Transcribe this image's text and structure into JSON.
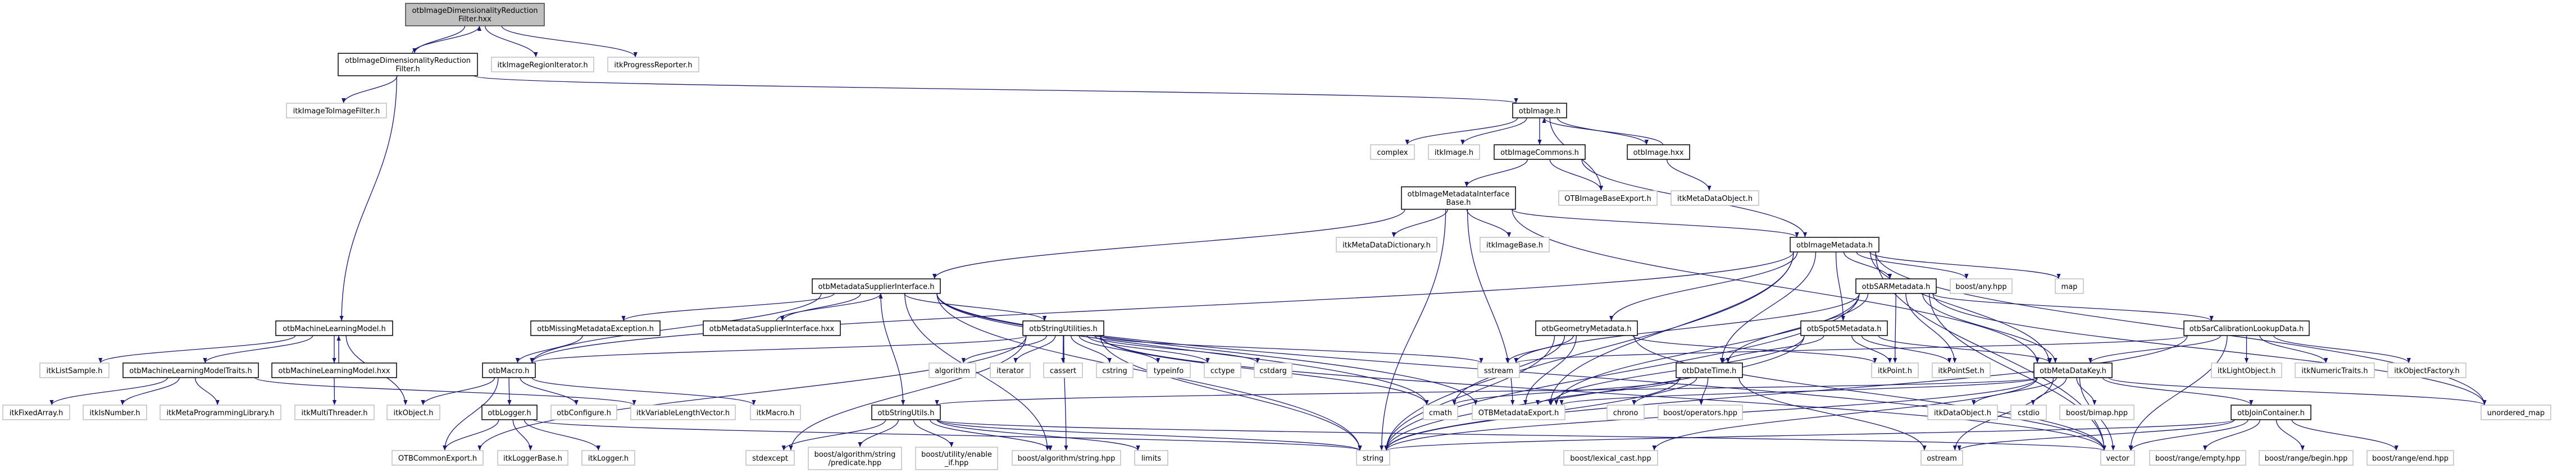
{
  "colors": {
    "edge": "#191970",
    "root_fill": "#bfbfbf",
    "documented_border": "#000000",
    "external_border": "#bfbfbf"
  },
  "nodes": [
    {
      "id": "root",
      "label": [
        "otbImageDimensionalityReduction",
        "Filter.hxx"
      ],
      "kind": "root"
    },
    {
      "id": "filterh",
      "label": [
        "otbImageDimensionalityReduction",
        "Filter.h"
      ],
      "kind": "doc"
    },
    {
      "id": "regit",
      "label": [
        "itkImageRegionIterator.h"
      ],
      "kind": "ext"
    },
    {
      "id": "progrep",
      "label": [
        "itkProgressReporter.h"
      ],
      "kind": "ext"
    },
    {
      "id": "i2i",
      "label": [
        "itkImageToImageFilter.h"
      ],
      "kind": "ext"
    },
    {
      "id": "otbimage",
      "label": [
        "otbImage.h"
      ],
      "kind": "doc"
    },
    {
      "id": "complex",
      "label": [
        "complex"
      ],
      "kind": "ext"
    },
    {
      "id": "itkimage",
      "label": [
        "itkImage.h"
      ],
      "kind": "ext"
    },
    {
      "id": "commons",
      "label": [
        "otbImageCommons.h"
      ],
      "kind": "doc"
    },
    {
      "id": "imagehxx",
      "label": [
        "otbImage.hxx"
      ],
      "kind": "doc"
    },
    {
      "id": "imib",
      "label": [
        "otbImageMetadataInterface",
        "Base.h"
      ],
      "kind": "doc"
    },
    {
      "id": "ibexport",
      "label": [
        "OTBImageBaseExport.h"
      ],
      "kind": "ext"
    },
    {
      "id": "mdobject",
      "label": [
        "itkMetaDataObject.h"
      ],
      "kind": "ext"
    },
    {
      "id": "mddict",
      "label": [
        "itkMetaDataDictionary.h"
      ],
      "kind": "ext"
    },
    {
      "id": "imagebase",
      "label": [
        "itkImageBase.h"
      ],
      "kind": "ext"
    },
    {
      "id": "imgmd",
      "label": [
        "otbImageMetadata.h"
      ],
      "kind": "doc"
    },
    {
      "id": "msi",
      "label": [
        "otbMetadataSupplierInterface.h"
      ],
      "kind": "doc"
    },
    {
      "id": "sarmd",
      "label": [
        "otbSARMetadata.h"
      ],
      "kind": "doc"
    },
    {
      "id": "boostany",
      "label": [
        "boost/any.hpp"
      ],
      "kind": "ext"
    },
    {
      "id": "map",
      "label": [
        "map"
      ],
      "kind": "ext"
    },
    {
      "id": "mlm",
      "label": [
        "otbMachineLearningModel.h"
      ],
      "kind": "doc"
    },
    {
      "id": "missing",
      "label": [
        "otbMissingMetadataException.h"
      ],
      "kind": "doc"
    },
    {
      "id": "msihxx",
      "label": [
        "otbMetadataSupplierInterface.hxx"
      ],
      "kind": "doc"
    },
    {
      "id": "strutilities",
      "label": [
        "otbStringUtilities.h"
      ],
      "kind": "doc"
    },
    {
      "id": "geom",
      "label": [
        "otbGeometryMetadata.h"
      ],
      "kind": "doc"
    },
    {
      "id": "spot5",
      "label": [
        "otbSpot5Metadata.h"
      ],
      "kind": "doc"
    },
    {
      "id": "sarcal",
      "label": [
        "otbSarCalibrationLookupData.h"
      ],
      "kind": "doc"
    },
    {
      "id": "listsample",
      "label": [
        "itkListSample.h"
      ],
      "kind": "ext"
    },
    {
      "id": "traits",
      "label": [
        "otbMachineLearningModelTraits.h"
      ],
      "kind": "doc"
    },
    {
      "id": "mlmhxx",
      "label": [
        "otbMachineLearningModel.hxx"
      ],
      "kind": "doc"
    },
    {
      "id": "macro",
      "label": [
        "otbMacro.h"
      ],
      "kind": "doc"
    },
    {
      "id": "algorithm",
      "label": [
        "algorithm"
      ],
      "kind": "ext"
    },
    {
      "id": "iterator",
      "label": [
        "iterator"
      ],
      "kind": "ext"
    },
    {
      "id": "cassert",
      "label": [
        "cassert"
      ],
      "kind": "ext"
    },
    {
      "id": "cstring",
      "label": [
        "cstring"
      ],
      "kind": "ext"
    },
    {
      "id": "typeinfo",
      "label": [
        "typeinfo"
      ],
      "kind": "ext"
    },
    {
      "id": "cctype",
      "label": [
        "cctype"
      ],
      "kind": "ext"
    },
    {
      "id": "cstdarg",
      "label": [
        "cstdarg"
      ],
      "kind": "ext"
    },
    {
      "id": "sstream",
      "label": [
        "sstream"
      ],
      "kind": "ext"
    },
    {
      "id": "datetime",
      "label": [
        "otbDateTime.h"
      ],
      "kind": "doc"
    },
    {
      "id": "itkpoint",
      "label": [
        "itkPoint.h"
      ],
      "kind": "ext"
    },
    {
      "id": "pointset",
      "label": [
        "itkPointSet.h"
      ],
      "kind": "ext"
    },
    {
      "id": "mdkey",
      "label": [
        "otbMetaDataKey.h"
      ],
      "kind": "doc"
    },
    {
      "id": "lightobj",
      "label": [
        "itkLightObject.h"
      ],
      "kind": "ext"
    },
    {
      "id": "numtraits",
      "label": [
        "itkNumericTraits.h"
      ],
      "kind": "ext"
    },
    {
      "id": "objfactory",
      "label": [
        "itkObjectFactory.h"
      ],
      "kind": "ext"
    },
    {
      "id": "fixedarray",
      "label": [
        "itkFixedArray.h"
      ],
      "kind": "ext"
    },
    {
      "id": "isnumber",
      "label": [
        "itkIsNumber.h"
      ],
      "kind": "ext"
    },
    {
      "id": "metaprog",
      "label": [
        "itkMetaProgrammingLibrary.h"
      ],
      "kind": "ext"
    },
    {
      "id": "multithreader",
      "label": [
        "itkMultiThreader.h"
      ],
      "kind": "ext"
    },
    {
      "id": "itkobject",
      "label": [
        "itkObject.h"
      ],
      "kind": "ext"
    },
    {
      "id": "logger",
      "label": [
        "otbLogger.h"
      ],
      "kind": "doc"
    },
    {
      "id": "configure",
      "label": [
        "otbConfigure.h"
      ],
      "kind": "ext"
    },
    {
      "id": "vlv",
      "label": [
        "itkVariableLengthVector.h"
      ],
      "kind": "ext"
    },
    {
      "id": "itkmacro",
      "label": [
        "itkMacro.h"
      ],
      "kind": "ext"
    },
    {
      "id": "strutils",
      "label": [
        "otbStringUtils.h"
      ],
      "kind": "doc"
    },
    {
      "id": "cmath",
      "label": [
        "cmath"
      ],
      "kind": "ext"
    },
    {
      "id": "mdexport",
      "label": [
        "OTBMetadataExport.h"
      ],
      "kind": "ext"
    },
    {
      "id": "chrono",
      "label": [
        "chrono"
      ],
      "kind": "ext"
    },
    {
      "id": "boostops",
      "label": [
        "boost/operators.hpp"
      ],
      "kind": "ext"
    },
    {
      "id": "dataobj",
      "label": [
        "itkDataObject.h"
      ],
      "kind": "ext"
    },
    {
      "id": "cstdio",
      "label": [
        "cstdio"
      ],
      "kind": "ext"
    },
    {
      "id": "bimap",
      "label": [
        "boost/bimap.hpp"
      ],
      "kind": "ext"
    },
    {
      "id": "join",
      "label": [
        "otbJoinContainer.h"
      ],
      "kind": "doc"
    },
    {
      "id": "umap",
      "label": [
        "unordered_map"
      ],
      "kind": "ext"
    },
    {
      "id": "commonexport",
      "label": [
        "OTBCommonExport.h"
      ],
      "kind": "ext"
    },
    {
      "id": "loggerbase",
      "label": [
        "itkLoggerBase.h"
      ],
      "kind": "ext"
    },
    {
      "id": "itklogger",
      "label": [
        "itkLogger.h"
      ],
      "kind": "ext"
    },
    {
      "id": "stdexcept",
      "label": [
        "stdexcept"
      ],
      "kind": "ext"
    },
    {
      "id": "predicate",
      "label": [
        "boost/algorithm/string",
        "/predicate.hpp"
      ],
      "kind": "ext"
    },
    {
      "id": "enableif",
      "label": [
        "boost/utility/enable",
        "_if.hpp"
      ],
      "kind": "ext"
    },
    {
      "id": "algstring",
      "label": [
        "boost/algorithm/string.hpp"
      ],
      "kind": "ext"
    },
    {
      "id": "limits",
      "label": [
        "limits"
      ],
      "kind": "ext"
    },
    {
      "id": "string",
      "label": [
        "string"
      ],
      "kind": "ext"
    },
    {
      "id": "lexcast",
      "label": [
        "boost/lexical_cast.hpp"
      ],
      "kind": "ext"
    },
    {
      "id": "ostream",
      "label": [
        "ostream"
      ],
      "kind": "ext"
    },
    {
      "id": "vector",
      "label": [
        "vector"
      ],
      "kind": "ext"
    },
    {
      "id": "rempty",
      "label": [
        "boost/range/empty.hpp"
      ],
      "kind": "ext"
    },
    {
      "id": "rbegin",
      "label": [
        "boost/range/begin.hpp"
      ],
      "kind": "ext"
    },
    {
      "id": "rend",
      "label": [
        "boost/range/end.hpp"
      ],
      "kind": "ext"
    }
  ],
  "edges": [
    [
      "root",
      "filterh"
    ],
    [
      "filterh",
      "root"
    ],
    [
      "root",
      "regit"
    ],
    [
      "root",
      "progrep"
    ],
    [
      "filterh",
      "i2i"
    ],
    [
      "filterh",
      "otbimage"
    ],
    [
      "filterh",
      "mlm"
    ],
    [
      "otbimage",
      "complex"
    ],
    [
      "otbimage",
      "itkimage"
    ],
    [
      "otbimage",
      "commons"
    ],
    [
      "otbimage",
      "imagehxx"
    ],
    [
      "otbimage",
      "ibexport"
    ],
    [
      "imagehxx",
      "otbimage"
    ],
    [
      "imagehxx",
      "mdobject"
    ],
    [
      "commons",
      "imib"
    ],
    [
      "commons",
      "ibexport"
    ],
    [
      "commons",
      "imgmd"
    ],
    [
      "imib",
      "mddict"
    ],
    [
      "imib",
      "imagebase"
    ],
    [
      "imib",
      "imgmd"
    ],
    [
      "imib",
      "msi"
    ],
    [
      "imib",
      "string"
    ],
    [
      "imib",
      "mdexport"
    ],
    [
      "imib",
      "mdkey"
    ],
    [
      "imgmd",
      "sarmd"
    ],
    [
      "imgmd",
      "boostany"
    ],
    [
      "imgmd",
      "map"
    ],
    [
      "imgmd",
      "geom"
    ],
    [
      "imgmd",
      "spot5"
    ],
    [
      "imgmd",
      "mdkey"
    ],
    [
      "imgmd",
      "datetime"
    ],
    [
      "imgmd",
      "mdexport"
    ],
    [
      "imgmd",
      "string"
    ],
    [
      "imgmd",
      "macro"
    ],
    [
      "imgmd",
      "vector"
    ],
    [
      "imgmd",
      "umap"
    ],
    [
      "sarmd",
      "itkpoint"
    ],
    [
      "sarmd",
      "pointset"
    ],
    [
      "sarmd",
      "mdkey"
    ],
    [
      "sarmd",
      "datetime"
    ],
    [
      "sarmd",
      "mdexport"
    ],
    [
      "sarmd",
      "string"
    ],
    [
      "sarmd",
      "sstream"
    ],
    [
      "sarmd",
      "sarcal"
    ],
    [
      "sarmd",
      "vector"
    ],
    [
      "sarmd",
      "umap"
    ],
    [
      "spot5",
      "itkpoint"
    ],
    [
      "spot5",
      "pointset"
    ],
    [
      "spot5",
      "mdkey"
    ],
    [
      "spot5",
      "datetime"
    ],
    [
      "spot5",
      "mdexport"
    ],
    [
      "spot5",
      "string"
    ],
    [
      "geom",
      "sstream"
    ],
    [
      "geom",
      "mdexport"
    ],
    [
      "geom",
      "string"
    ],
    [
      "geom",
      "cmath"
    ],
    [
      "geom",
      "vector"
    ],
    [
      "geom",
      "itkpoint"
    ],
    [
      "datetime",
      "chrono"
    ],
    [
      "datetime",
      "boostops"
    ],
    [
      "datetime",
      "mdexport"
    ],
    [
      "datetime",
      "cmath"
    ],
    [
      "datetime",
      "string"
    ],
    [
      "datetime",
      "ostream"
    ],
    [
      "mdkey",
      "dataobj"
    ],
    [
      "mdkey",
      "cstdio"
    ],
    [
      "mdkey",
      "bimap"
    ],
    [
      "mdkey",
      "join"
    ],
    [
      "mdkey",
      "vector"
    ],
    [
      "mdkey",
      "string"
    ],
    [
      "mdkey",
      "mdexport"
    ],
    [
      "mdkey",
      "lexcast"
    ],
    [
      "mdkey",
      "ostream"
    ],
    [
      "mdkey",
      "strutils"
    ],
    [
      "mdkey",
      "umap"
    ],
    [
      "join",
      "rempty"
    ],
    [
      "join",
      "rbegin"
    ],
    [
      "join",
      "rend"
    ],
    [
      "join",
      "vector"
    ],
    [
      "join",
      "string"
    ],
    [
      "join",
      "ostream"
    ],
    [
      "sarcal",
      "lightobj"
    ],
    [
      "sarcal",
      "numtraits"
    ],
    [
      "sarcal",
      "objfactory"
    ],
    [
      "sarcal",
      "mdkey"
    ],
    [
      "sarcal",
      "vector"
    ],
    [
      "sarcal",
      "string"
    ],
    [
      "sarcal",
      "sstream"
    ],
    [
      "msi",
      "missing"
    ],
    [
      "msi",
      "msihxx"
    ],
    [
      "msihxx",
      "msi"
    ],
    [
      "msi",
      "strutilities"
    ],
    [
      "msi",
      "strutils"
    ],
    [
      "msi",
      "string"
    ],
    [
      "msi",
      "vector"
    ],
    [
      "msi",
      "mdexport"
    ],
    [
      "msi",
      "macro"
    ],
    [
      "msi",
      "algstring"
    ],
    [
      "msi",
      "cmath"
    ],
    [
      "missing",
      "macro"
    ],
    [
      "strutilities",
      "algorithm"
    ],
    [
      "strutilities",
      "iterator"
    ],
    [
      "strutilities",
      "cassert"
    ],
    [
      "strutilities",
      "cstring"
    ],
    [
      "strutilities",
      "typeinfo"
    ],
    [
      "strutilities",
      "cctype"
    ],
    [
      "strutilities",
      "cstdarg"
    ],
    [
      "strutilities",
      "macro"
    ],
    [
      "strutilities",
      "stdexcept"
    ],
    [
      "strutilities",
      "string"
    ],
    [
      "strutilities",
      "vector"
    ],
    [
      "strutilities",
      "sstream"
    ],
    [
      "strutilities",
      "algstring"
    ],
    [
      "strutilities",
      "cmath"
    ],
    [
      "strutilities",
      "commonexport"
    ],
    [
      "macro",
      "logger"
    ],
    [
      "macro",
      "configure"
    ],
    [
      "macro",
      "itkmacro"
    ],
    [
      "macro",
      "commonexport"
    ],
    [
      "macro",
      "itkobject"
    ],
    [
      "logger",
      "commonexport"
    ],
    [
      "logger",
      "loggerbase"
    ],
    [
      "logger",
      "itklogger"
    ],
    [
      "logger",
      "string"
    ],
    [
      "strutils",
      "stdexcept"
    ],
    [
      "strutils",
      "predicate"
    ],
    [
      "strutils",
      "enableif"
    ],
    [
      "strutils",
      "algstring"
    ],
    [
      "strutils",
      "limits"
    ],
    [
      "strutils",
      "string"
    ],
    [
      "strutils",
      "vector"
    ],
    [
      "mlm",
      "listsample"
    ],
    [
      "mlm",
      "traits"
    ],
    [
      "mlm",
      "mlmhxx"
    ],
    [
      "mlm",
      "itkobject"
    ],
    [
      "mlmhxx",
      "mlm"
    ],
    [
      "mlmhxx",
      "multithreader"
    ],
    [
      "traits",
      "fixedarray"
    ],
    [
      "traits",
      "isnumber"
    ],
    [
      "traits",
      "metaprog"
    ],
    [
      "traits",
      "vlv"
    ]
  ]
}
